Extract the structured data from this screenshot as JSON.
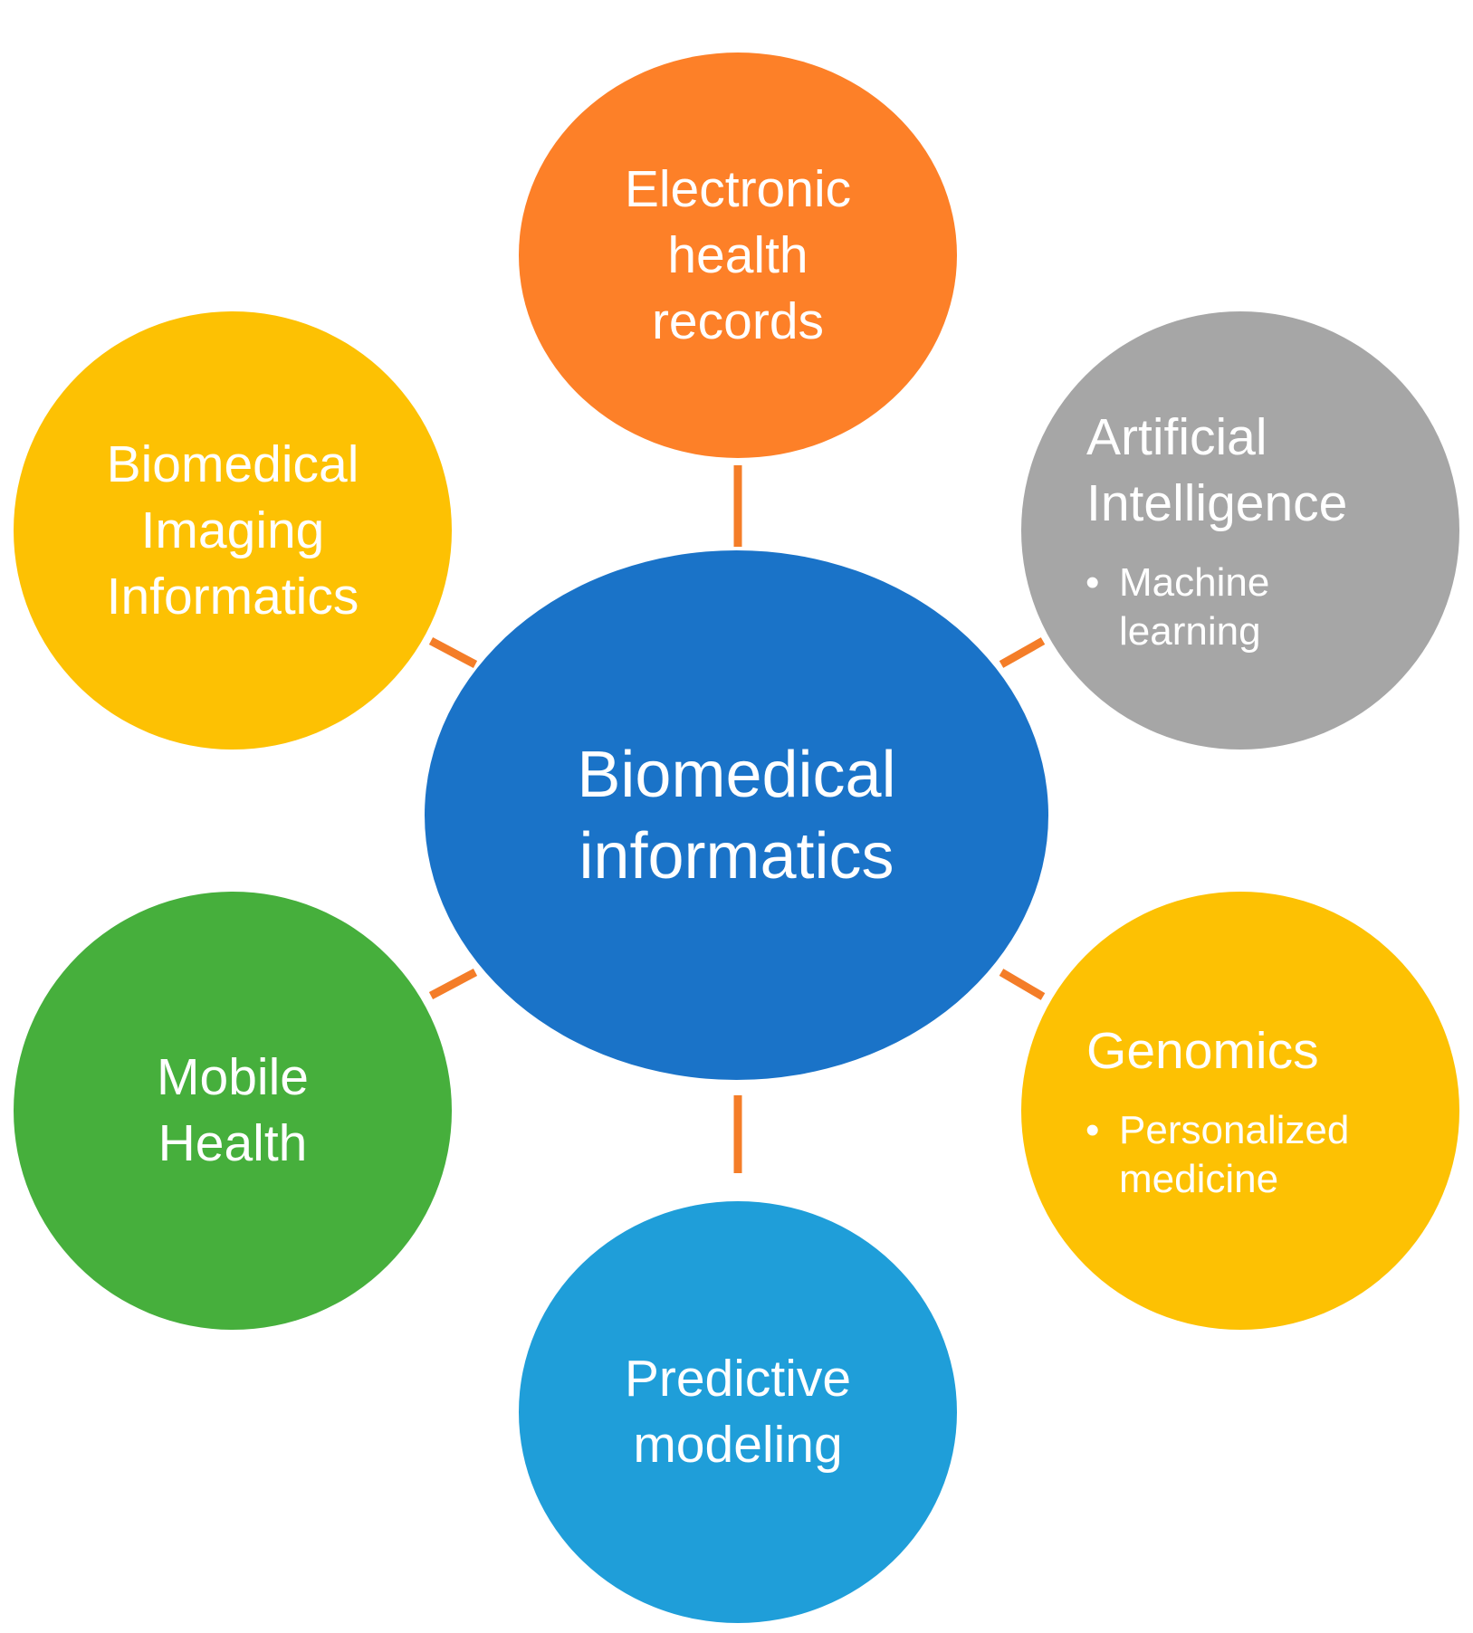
{
  "colors": {
    "center": "#1a73c8",
    "ehr": "#fd8028",
    "ai": "#a6a6a6",
    "genomics": "#fdc103",
    "predictive": "#1f9ed9",
    "mobile": "#46af3c",
    "imaging": "#fdc103",
    "connector": "#f47d28"
  },
  "center": {
    "title": "Biomedical\ninformatics"
  },
  "nodes": {
    "ehr": {
      "title": "Electronic\nhealth\nrecords"
    },
    "ai": {
      "title": "Artificial\nIntelligence",
      "bullets": [
        "Machine learning"
      ]
    },
    "genomics": {
      "title": "Genomics",
      "bullets": [
        "Personalized medicine"
      ]
    },
    "predictive": {
      "title": "Predictive\nmodeling"
    },
    "mobile": {
      "title": "Mobile\nHealth"
    },
    "imaging": {
      "title": "Biomedical\nImaging\nInformatics"
    }
  }
}
